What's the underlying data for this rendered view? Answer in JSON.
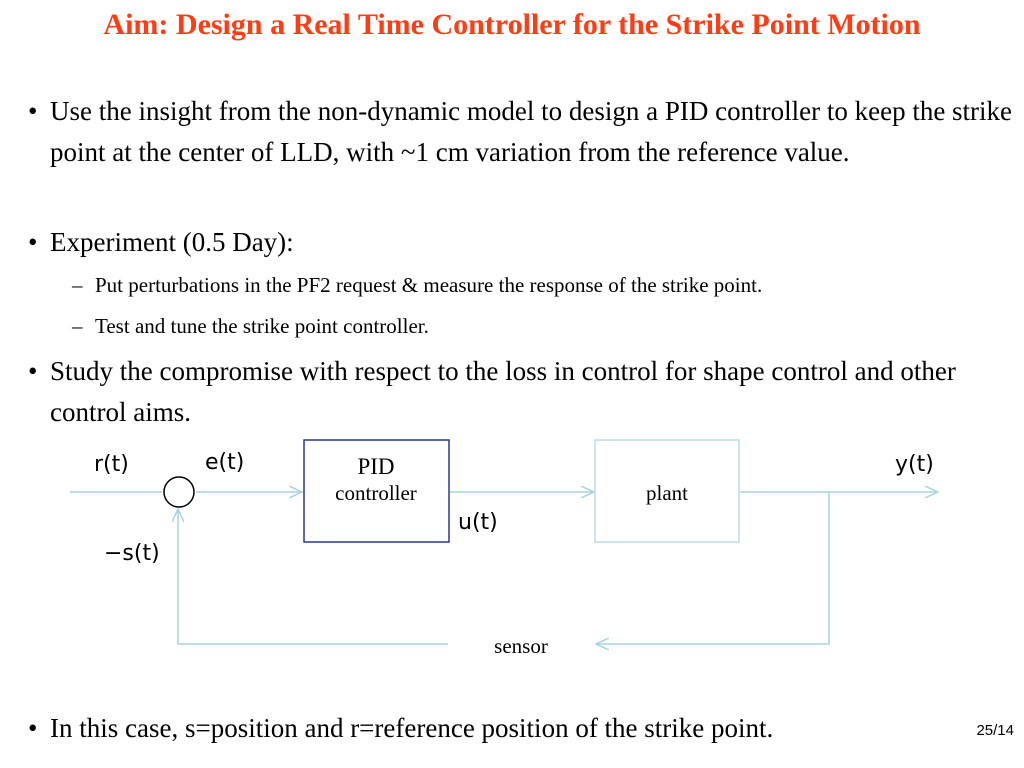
{
  "title": "Aim: Design a Real Time Controller for the Strike Point Motion",
  "bullets": [
    {
      "marker": "•",
      "text": "Use the insight from the non-dynamic model to design a PID controller to keep the strike point at the center of LLD, with ~1 cm variation from the reference value."
    },
    {
      "marker": "•",
      "text": "Experiment (0.5 Day):",
      "sub_items": [
        {
          "marker": "–",
          "text": "Put perturbations in the PF2 request & measure the response of the strike point."
        },
        {
          "marker": "–",
          "text": "Test and tune the strike point controller."
        }
      ]
    },
    {
      "marker": "•",
      "text": "Study the compromise with respect to the loss in control for shape control and other control aims."
    },
    {
      "marker": "•",
      "text": "In this case, s=position and r=reference position of the strike point."
    }
  ],
  "diagram": {
    "r_label": "r(t)",
    "e_label": "e(t)",
    "s_label": "−s(t)",
    "u_label": "u(t)",
    "y_label": "y(t)",
    "pid_line1": "PID",
    "pid_line2": "controller",
    "plant_label": "plant",
    "sensor_label": "sensor",
    "colors": {
      "pid_border": "#283796",
      "plant_border": "#bcdbe8",
      "arrow": "#a9d2df"
    }
  },
  "page_number": "25/14"
}
